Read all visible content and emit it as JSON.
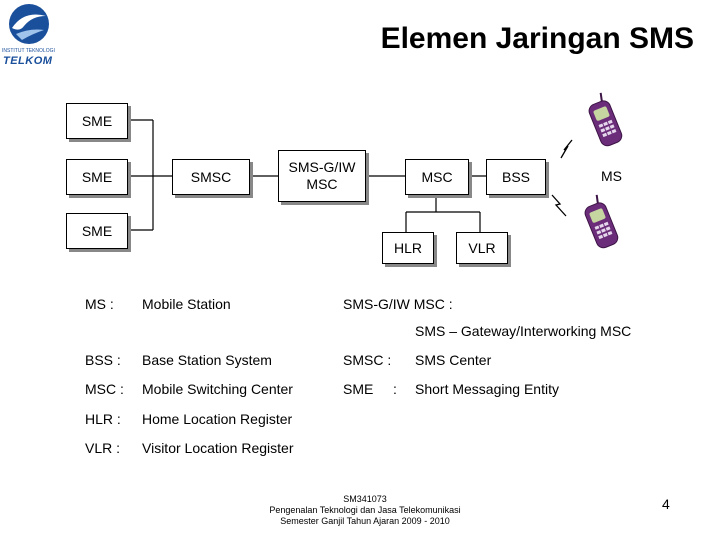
{
  "header": {
    "title": "Elemen Jaringan SMS",
    "logo_subtext": "INSTITUT TEKNOLOGI",
    "logo_word": "TELKOM"
  },
  "diagram": {
    "nodes": {
      "sme1": "SME",
      "sme2": "SME",
      "sme3": "SME",
      "smsc": "SMSC",
      "smsgiw": "SMS-G/IW\nMSC",
      "msc": "MSC",
      "bss": "BSS",
      "hlr": "HLR",
      "vlr": "VLR",
      "ms": "MS"
    }
  },
  "glossary": {
    "ms_abbr": "MS   :",
    "ms_def": "Mobile Station",
    "smsgiw_abbr": "SMS-G/IW MSC :",
    "smsgiw_def": "SMS – Gateway/Interworking  MSC",
    "bss_abbr": "BSS :",
    "bss_def": "Base Station System",
    "smsc_abbr": "SMSC  :",
    "smsc_def": "SMS Center",
    "msc_abbr": "MSC :",
    "msc_def": "Mobile Switching Center",
    "sme_abbr": "SME",
    "sme_colon": ":",
    "sme_def": "Short Messaging Entity",
    "hlr_abbr": "HLR :",
    "hlr_def": "Home Location Register",
    "vlr_abbr": "VLR :",
    "vlr_def": "Visitor Location Register"
  },
  "footer": {
    "line1": "SM341073",
    "line2": "Pengenalan Teknologi dan Jasa Telekomunikasi",
    "line3": "Semester Ganjil Tahun Ajaran 2009 - 2010",
    "page_number": "4"
  },
  "colors": {
    "logo_blue": "#1a4f9c",
    "phone_purple": "#6b2d7a"
  }
}
